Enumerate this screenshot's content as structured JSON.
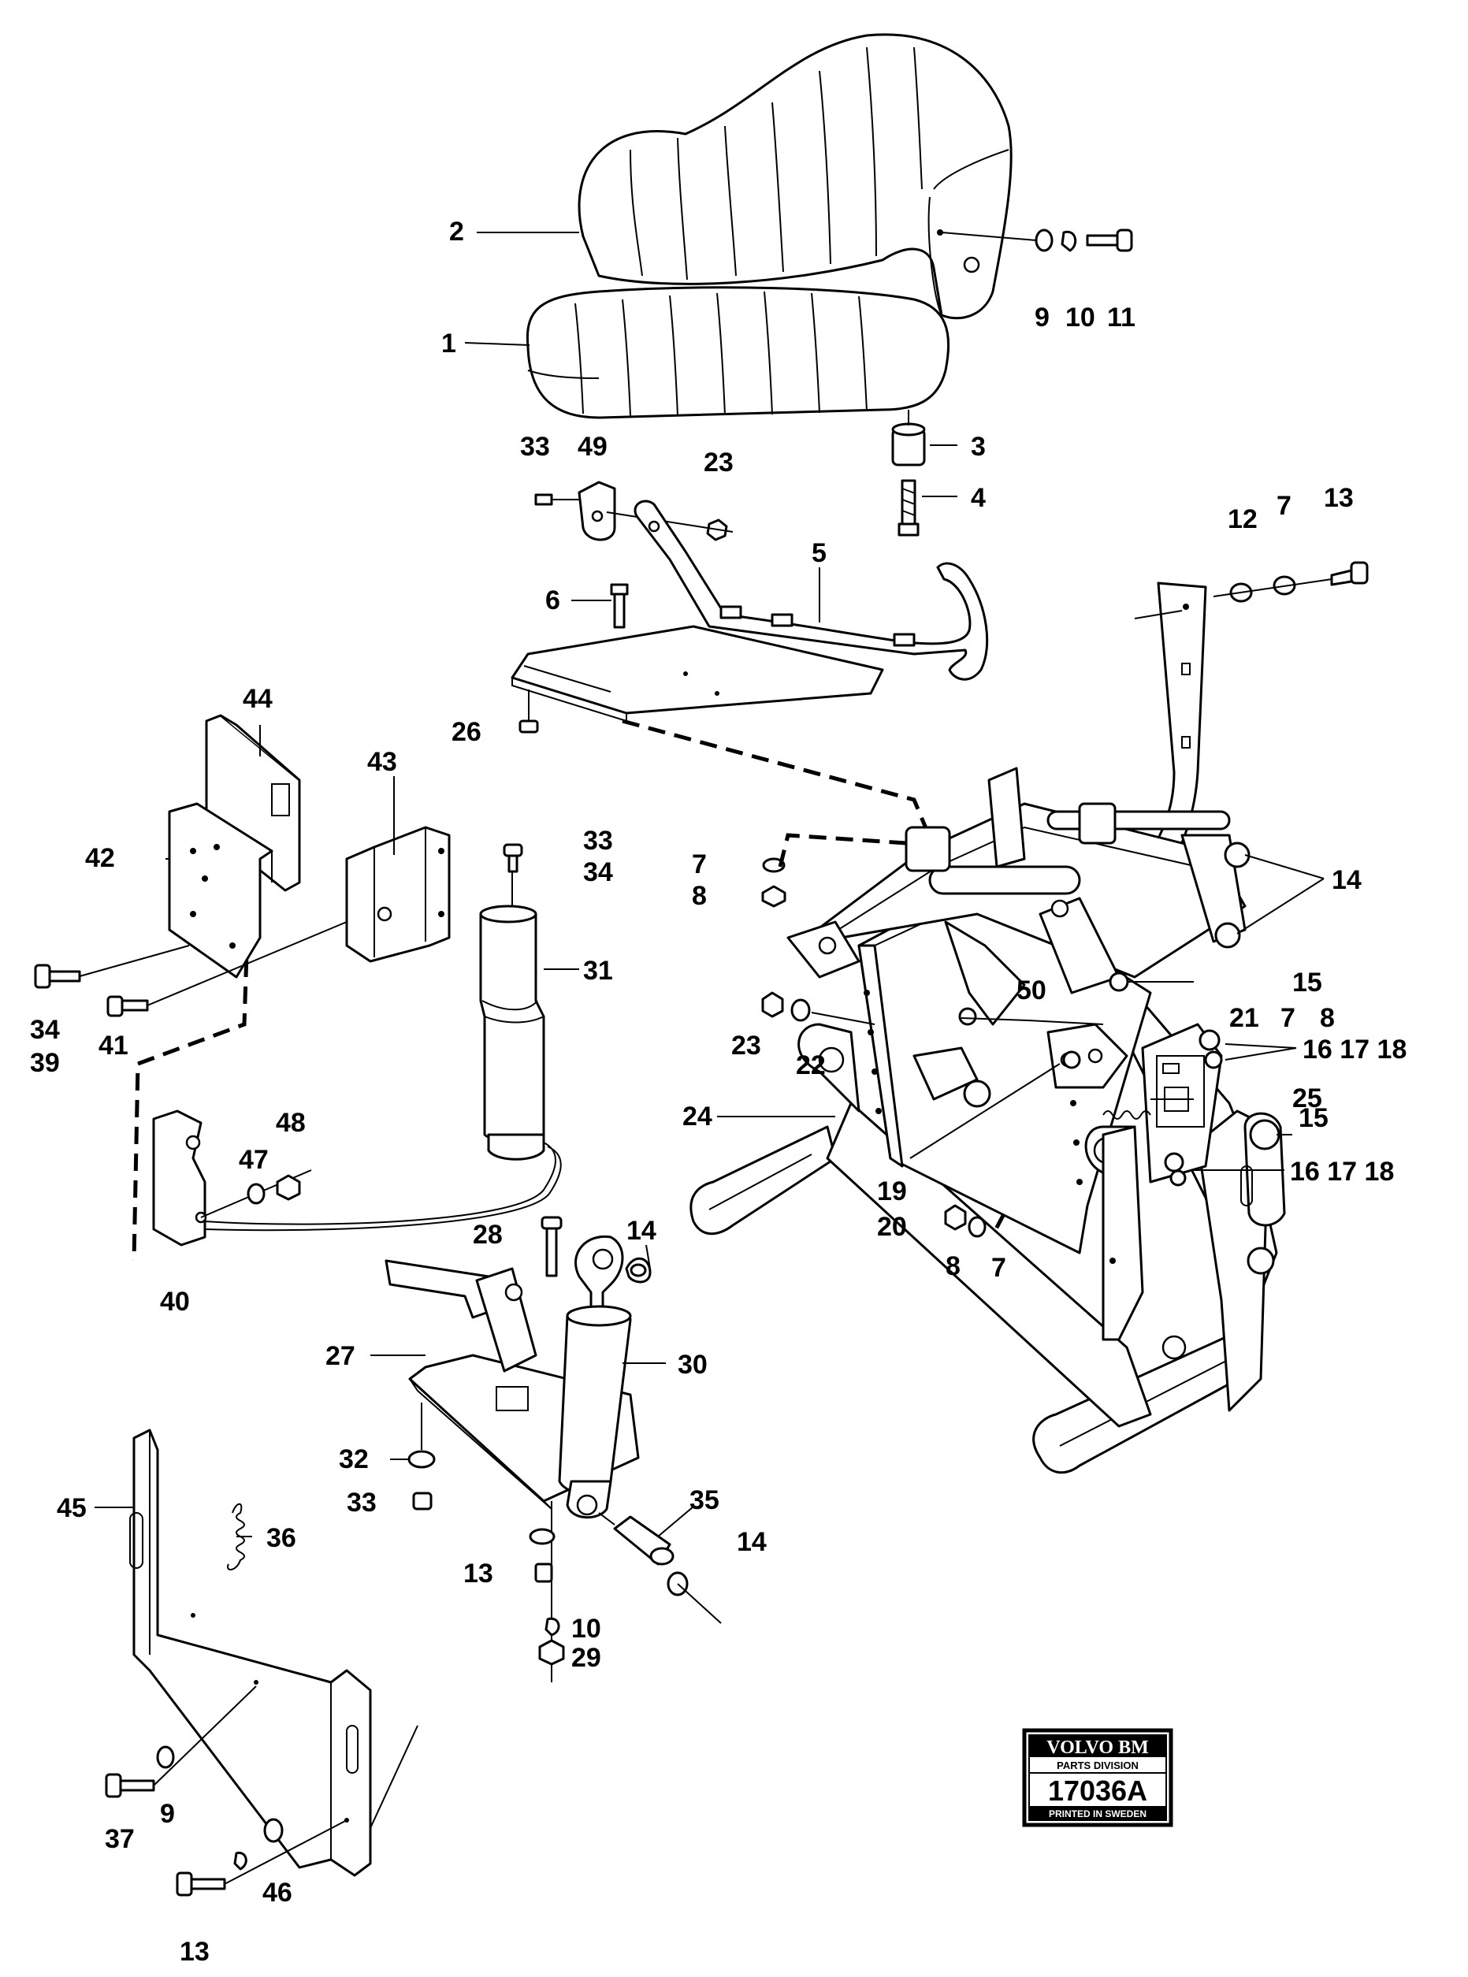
{
  "diagram": {
    "callouts": [
      "1",
      "2",
      "3",
      "4",
      "5",
      "6",
      "7",
      "8",
      "9",
      "10",
      "11",
      "12",
      "13",
      "14",
      "15",
      "16 17 18",
      "19",
      "20",
      "21",
      "22",
      "23",
      "24",
      "25",
      "26",
      "27",
      "28",
      "29",
      "30",
      "31",
      "32",
      "33",
      "34",
      "35",
      "36",
      "37",
      "39",
      "40",
      "41",
      "42",
      "43",
      "44",
      "45",
      "46",
      "47",
      "48",
      "49",
      "50"
    ],
    "stamp": {
      "brand": "VOLVO BM",
      "division": "PARTS DIVISION",
      "number": "17036A",
      "printed": "PRINTED IN SWEDEN"
    }
  }
}
